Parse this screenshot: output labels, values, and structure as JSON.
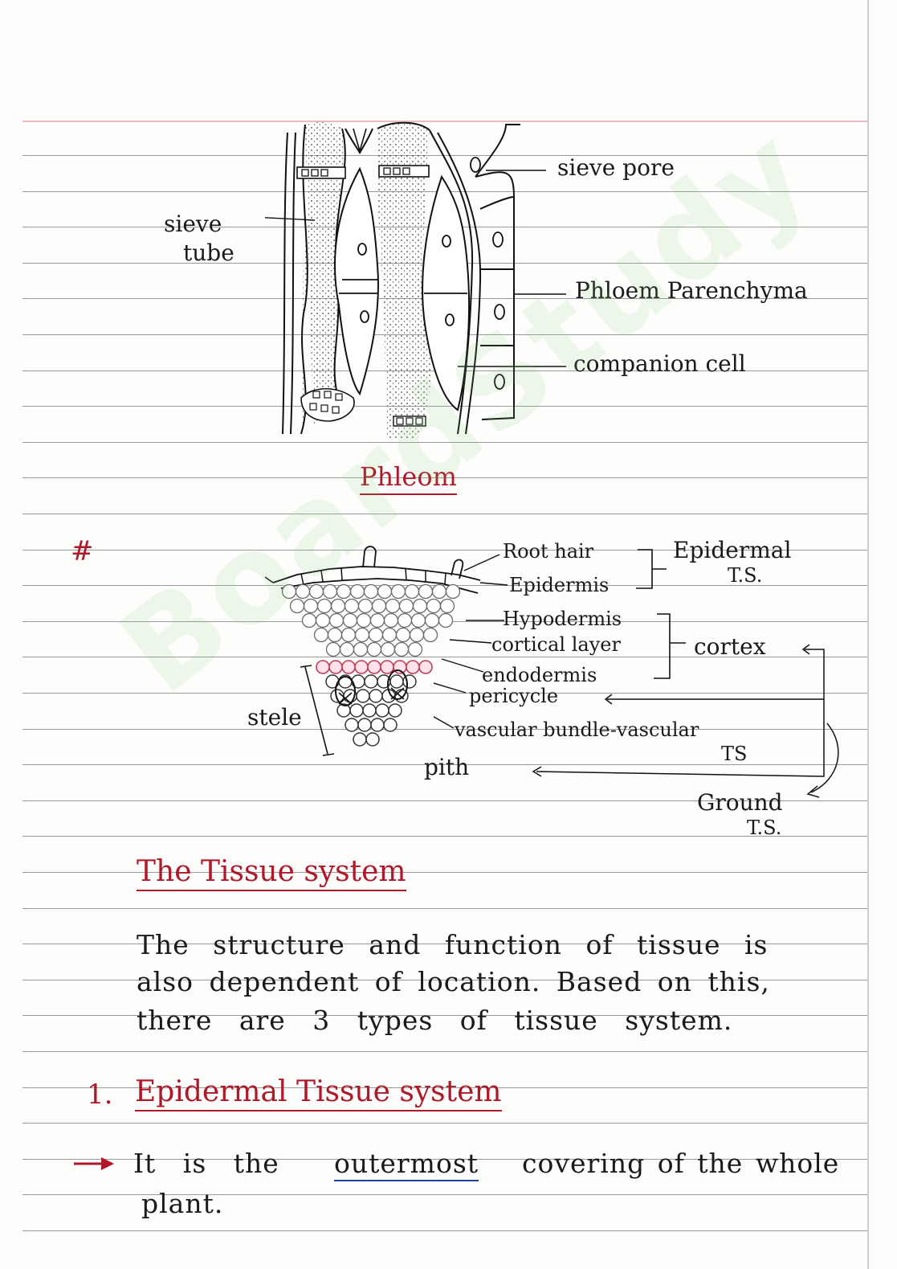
{
  "phloem": {
    "labels": {
      "sieve_pore": "sieve pore",
      "sieve": "sieve",
      "tube": "tube",
      "phloem_parenchyma": "Phloem Parenchyma",
      "companion_cell": "companion cell"
    },
    "title": "Phleom"
  },
  "root_ts": {
    "hash": "#",
    "labels": {
      "root_hair": "Root hair",
      "epidermis": "Epidermis",
      "hypodermis": "Hypodermis",
      "cortical_layer": "cortical layer",
      "endodermis": "endodermis",
      "pericycle": "pericycle",
      "vascular_bundle": "vascular bundle-vascular",
      "vascular_ts": "TS",
      "pith": "pith",
      "stele": "stele"
    },
    "groups": {
      "epidermal": "Epidermal",
      "epidermal_ts": "T.S.",
      "cortex": "cortex",
      "ground": "Ground",
      "ground_ts": "T.S."
    }
  },
  "tissue_system": {
    "heading": "The Tissue system",
    "para_lines": [
      "The structure and function of tissue is",
      "also dependent of location. Based on this,",
      "there are 3 types of tissue system."
    ],
    "item1_number": "1.",
    "item1_title": "Epidermal Tissue system",
    "bullet_line1_a": "It is the",
    "bullet_line1_b": "outermost",
    "bullet_line1_c": "covering of the whole",
    "bullet_line2": "plant."
  },
  "watermark": "BoardStudy",
  "colors": {
    "ink": "#1a1a1a",
    "red_ink": "#b0182a",
    "blue_ink": "#1d3fa0",
    "green_tint": "#2e9a3c",
    "rule": "#9a9a9a"
  }
}
